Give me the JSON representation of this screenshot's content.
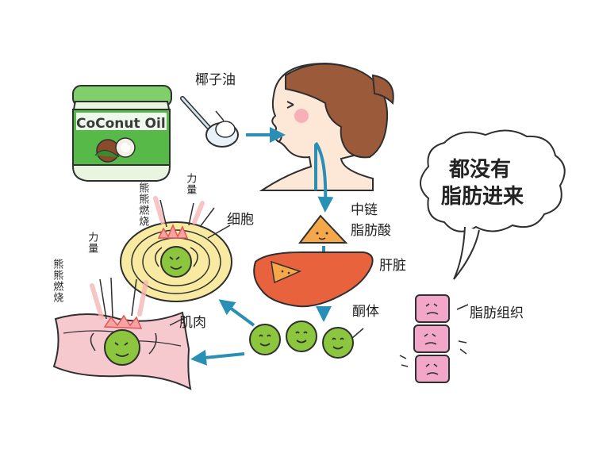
{
  "labels": {
    "coconut_oil": "椰子油",
    "mct": "中链",
    "fatty_acid": "脂肪酸",
    "liver": "肝脏",
    "ketone": "酮体",
    "cell": "细胞",
    "muscle": "肌肉",
    "adipose": "脂肪组织",
    "burn": "熊熊燃烧",
    "power": "力量"
  },
  "bubble": {
    "line1": "都没有",
    "line2": "脂肪进来"
  },
  "jar": {
    "label": "CoConut Oil"
  },
  "colors": {
    "arrow": "#2a8fb5",
    "ketone_green": "#8cc63f",
    "liver_red": "#e8623e",
    "jar_green": "#4bb34a",
    "fat_pink": "#f2a7c8",
    "muscle_pink": "#f6c9cf",
    "cell_yellow": "#f8eaa0"
  }
}
